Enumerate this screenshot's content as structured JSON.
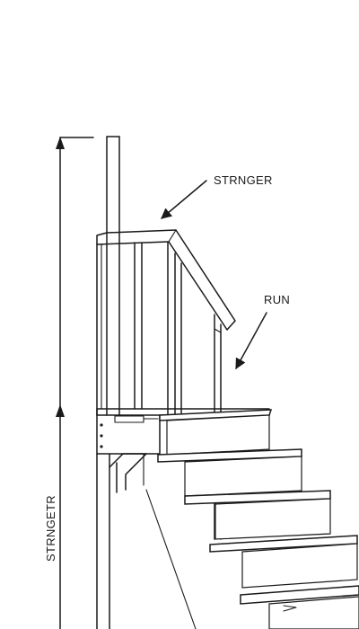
{
  "diagram": {
    "labels": {
      "stringer_top": "STRNGER",
      "run": "RUN",
      "stringer_side": "STRNGETR"
    }
  }
}
